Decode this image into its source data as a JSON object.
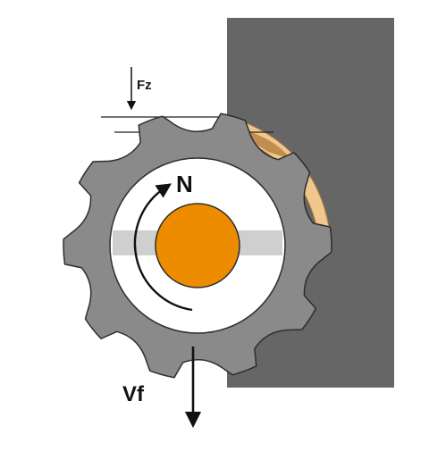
{
  "labels": {
    "feed_per_tooth": "Fz",
    "rotation": "N",
    "feed_velocity": "Vf"
  },
  "colors": {
    "workpiece": "#666666",
    "cutter_body": "#8a8a8a",
    "cutter_outline": "#2e2e2e",
    "bore": "#ffffff",
    "keyway": "#cfcfcf",
    "arbor": "#ee8c00",
    "chip": "#f0c88e",
    "chip_dark": "#b07a3c",
    "arrow": "#111111"
  },
  "icons": {
    "rotation": "curved-arrow-icon",
    "feed": "down-arrow-icon"
  }
}
